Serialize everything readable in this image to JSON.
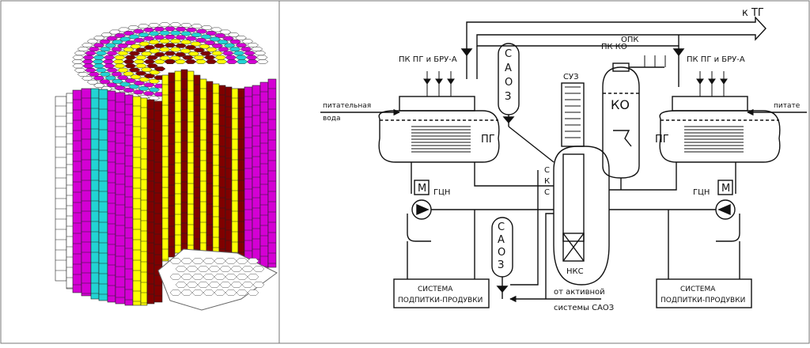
{
  "panel_right": {
    "to_tg": "к  ТГ",
    "opk": "ОПК",
    "pk_ko": "ПК  КО",
    "pk_pg_left": "ПК ПГ и БРУ-А",
    "pk_pg_right": "ПК ПГ и БРУ-А",
    "saoz_top": [
      "С",
      "А",
      "О",
      "З"
    ],
    "suz": "СУЗ",
    "ko": "КО",
    "feed_left": [
      "питательная",
      "вода"
    ],
    "feed_right": "питате",
    "pg_left": "ПГ",
    "pg_right": "ПГ",
    "sks": [
      "С",
      "К",
      "С"
    ],
    "m_left": "М",
    "m_right": "М",
    "gcn_left": "ГЦН",
    "gcn_right": "ГЦН",
    "saoz_bottom": [
      "С",
      "А",
      "О",
      "З"
    ],
    "nks": "НКС",
    "sys_left": [
      "СИСТЕМА",
      "ПОДПИТКИ-ПРОДУВКИ"
    ],
    "sys_right": [
      "СИСТЕМА",
      "ПОДПИТКИ-ПРОДУВКИ"
    ],
    "active_saoz": [
      "от  активной",
      "системы САОЗ"
    ]
  },
  "colors": {
    "magenta": "#d400d4",
    "cyan": "#22d4d4",
    "yellow": "#ffff00",
    "maroon": "#800000",
    "white": "#ffffff"
  }
}
